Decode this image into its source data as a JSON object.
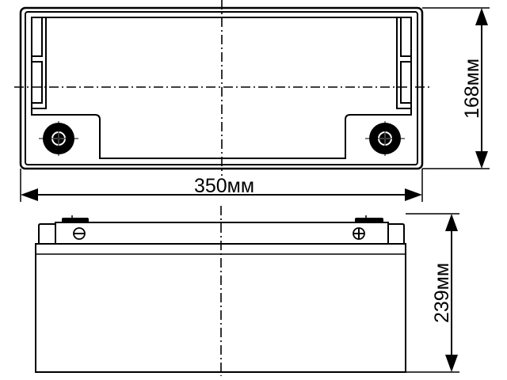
{
  "dimensions": {
    "length": "350мм",
    "width": "168мм",
    "height": "239мм"
  },
  "terminals": {
    "negative": "⊖",
    "positive": "⊕"
  },
  "colors": {
    "line": "#000000",
    "background": "#ffffff"
  }
}
